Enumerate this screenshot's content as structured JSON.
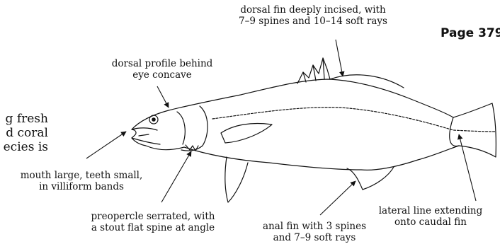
{
  "page": {
    "number_label": "Page 379"
  },
  "body_text": {
    "lines": [
      "g fresh",
      "d coral",
      "ecies is"
    ]
  },
  "labels": {
    "dorsal_fin": [
      "dorsal fin deeply incised, with",
      "7–9 spines and 10–14 soft rays"
    ],
    "dorsal_profile": [
      "dorsal profile behind",
      "eye concave"
    ],
    "mouth": [
      "mouth large, teeth small,",
      "in villiform bands"
    ],
    "preopercle": [
      "preopercle serrated, with",
      "a stout flat spine at angle"
    ],
    "anal_fin": [
      "anal fin with 3 spines",
      "and 7–9 soft rays"
    ],
    "lateral_line": [
      "lateral line extending",
      "onto caudal fin"
    ]
  },
  "icons": {
    "figure": "barramundi-fish-illustration"
  }
}
